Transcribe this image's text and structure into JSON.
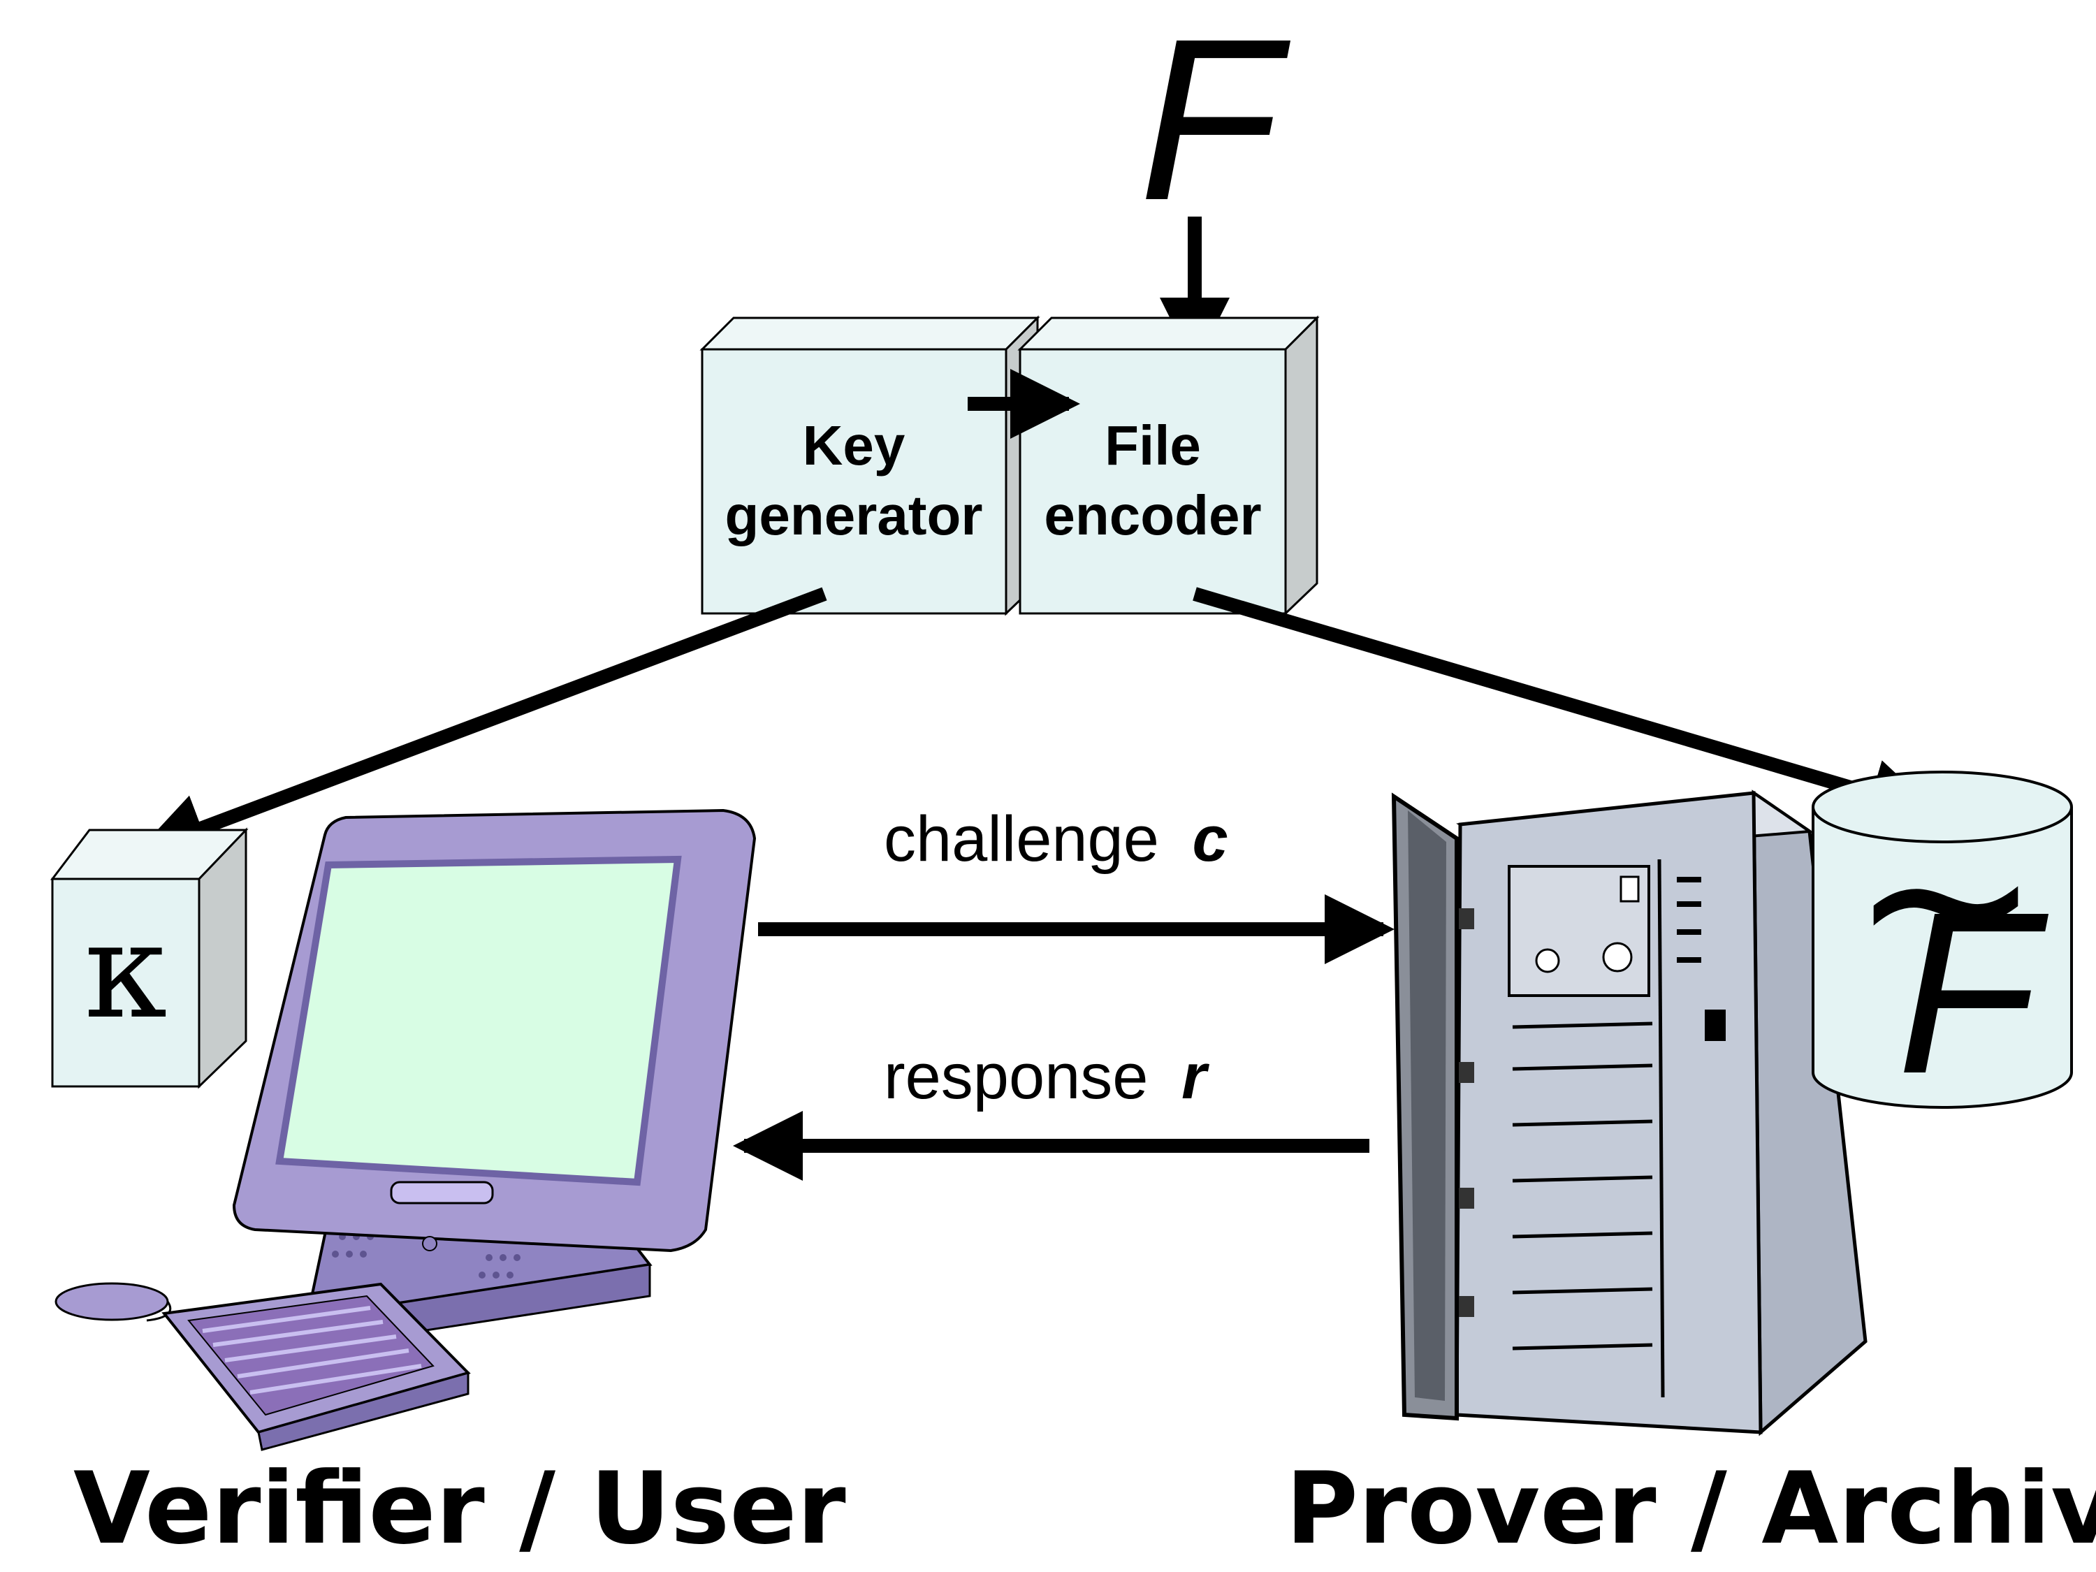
{
  "colors": {
    "box_face": "#e4f3f3",
    "box_side": "#c7cccc",
    "arrow": "#000000",
    "monitor_body": "#a79bd2",
    "monitor_screen": "#d8fde4",
    "server_body": "#c4cbd8"
  },
  "top_input": {
    "symbol": "F"
  },
  "boxes": {
    "key_generator": {
      "line1": "Key",
      "line2": "generator"
    },
    "file_encoder": {
      "line1": "File",
      "line2": "encoder"
    }
  },
  "key_box": {
    "symbol": "κ"
  },
  "encoded_file": {
    "symbol": "F",
    "accent": "~"
  },
  "messages": {
    "challenge": {
      "text": "challenge",
      "var": "c"
    },
    "response": {
      "text": "response",
      "var": "r"
    }
  },
  "parties": {
    "verifier": "Verifier / User",
    "prover": "Prover / Archive"
  },
  "icons": {
    "verifier": "desktop-computer-icon",
    "prover": "server-rack-icon",
    "storage": "database-cylinder-icon"
  }
}
